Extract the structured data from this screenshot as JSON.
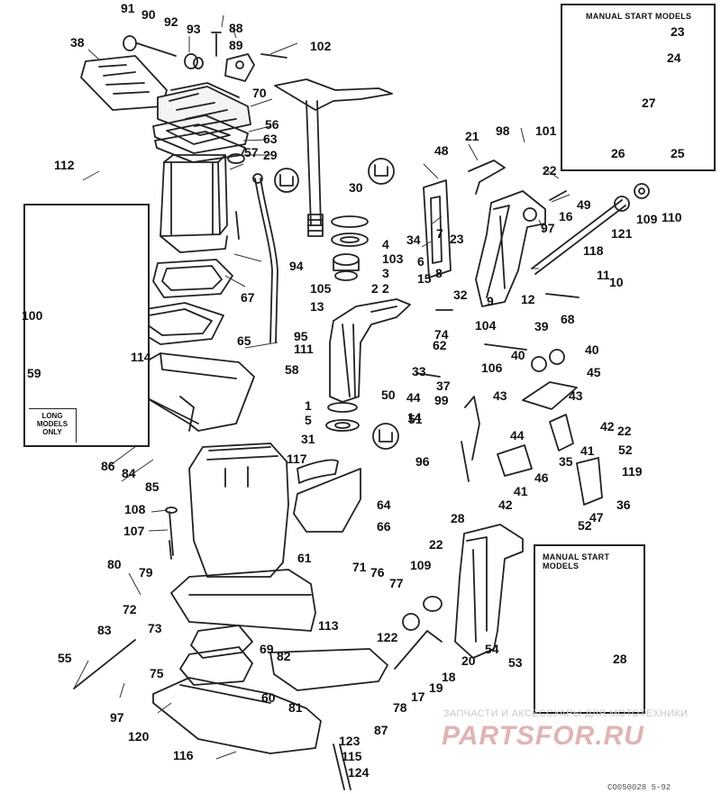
{
  "inset_top": {
    "title": "MANUAL START MODELS"
  },
  "inset_bottom": {
    "title": "MANUAL START MODELS"
  },
  "inset_long": {
    "note": "LONG\nMODELS\nONLY"
  },
  "watermark": {
    "subtitle": "ЗАПЧАСТИ И АКСЕССУАРЫ ДЛЯ МОТОТЕХНИКИ",
    "brand": "PARTSFOR.RU"
  },
  "drawing_code": "CO050028  5-92",
  "callouts": [
    "91",
    "90",
    "92",
    "93",
    "88",
    "89",
    "102",
    "38",
    "70",
    "56",
    "63",
    "29",
    "57",
    "112",
    "23",
    "24",
    "27",
    "26",
    "25",
    "48",
    "21",
    "98",
    "101",
    "22",
    "97",
    "16",
    "49",
    "110",
    "121",
    "109",
    "118",
    "30",
    "4",
    "103",
    "3",
    "2",
    "7",
    "34",
    "23",
    "6",
    "8",
    "15",
    "2",
    "11",
    "10",
    "32",
    "9",
    "12",
    "68",
    "100",
    "59",
    "94",
    "105",
    "13",
    "95",
    "111",
    "58",
    "114",
    "65",
    "67",
    "74",
    "62",
    "104",
    "39",
    "40",
    "106",
    "33",
    "37",
    "99",
    "43",
    "45",
    "40",
    "1",
    "44",
    "14",
    "43",
    "50",
    "51",
    "5",
    "31",
    "42",
    "22",
    "52",
    "41",
    "44",
    "46",
    "119",
    "35",
    "96",
    "86",
    "84",
    "85",
    "117",
    "64",
    "108",
    "107",
    "66",
    "61",
    "28",
    "42",
    "47",
    "52",
    "36",
    "41",
    "80",
    "79",
    "72",
    "71",
    "76",
    "77",
    "109",
    "22",
    "83",
    "73",
    "113",
    "69",
    "82",
    "75",
    "55",
    "97",
    "60",
    "122",
    "20",
    "54",
    "53",
    "28",
    "18",
    "19",
    "17",
    "78",
    "81",
    "120",
    "123",
    "87",
    "116",
    "115",
    "124"
  ]
}
